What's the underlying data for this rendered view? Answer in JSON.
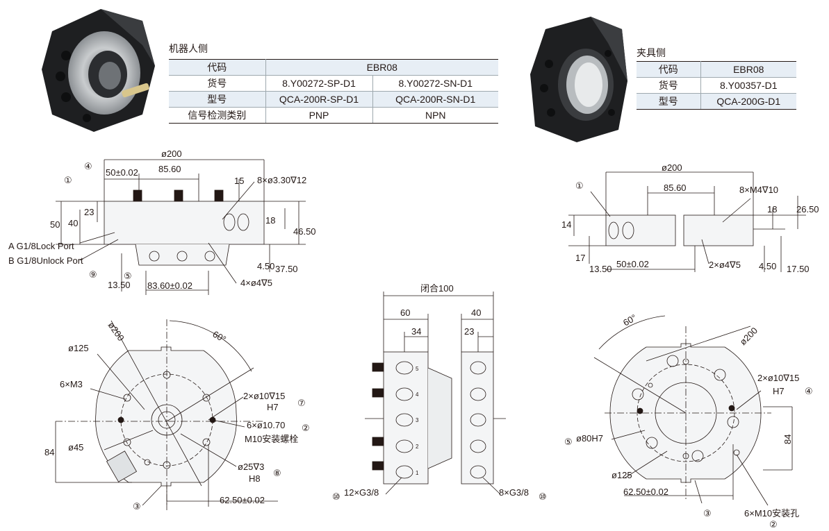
{
  "robot_table": {
    "title": "机器人侧",
    "rows": {
      "code": {
        "label": "代码",
        "value": "EBR08"
      },
      "part": {
        "label": "货号",
        "pnp": "8.Y00272-SP-D1",
        "npn": "8.Y00272-SN-D1"
      },
      "model": {
        "label": "型号",
        "pnp": "QCA-200R-SP-D1",
        "npn": "QCA-200R-SN-D1"
      },
      "signal": {
        "label": "信号检测类别",
        "pnp": "PNP",
        "npn": "NPN"
      }
    }
  },
  "tool_table": {
    "title": "夹具侧",
    "rows": {
      "code": {
        "label": "代码",
        "value": "EBR08"
      },
      "part": {
        "label": "货号",
        "value": "8.Y00357-D1"
      },
      "model": {
        "label": "型号",
        "value": "QCA-200G-D1"
      }
    }
  },
  "robot_side_view": {
    "dia": "ø200",
    "d1": "50±0.02",
    "d2": "85.60",
    "d3": "15",
    "holes": "8×ø3.30∇12",
    "h50": "50",
    "h40": "40",
    "h23": "23",
    "h18": "18",
    "h4650": "46.50",
    "h450": "4.50",
    "h3750": "37.50",
    "h1350": "13.50",
    "d8360": "83.60±0.02",
    "holes2": "4×ø4∇5",
    "port_a": "A G1/8Lock Port",
    "port_b": "B G1/8Unlock Port",
    "c1": "①",
    "c4": "④",
    "c9": "⑨",
    "c5": "⑤"
  },
  "tool_side_view": {
    "dia": "ø200",
    "d2": "85.60",
    "holes": "8×M4∇10",
    "h18": "18",
    "h2650": "26.50",
    "h14": "14",
    "h17": "17",
    "h1350": "13.50",
    "d1": "50±0.02",
    "holes2": "2×ø4∇5",
    "h450": "4.50",
    "h1750": "17.50",
    "c1": "①"
  },
  "combined_view": {
    "closed": "闭合100",
    "w60": "60",
    "w40": "40",
    "w34": "34",
    "w23": "23",
    "ports_left": "12×G3/8",
    "ports_right": "8×G3/8",
    "c10a": "⑩",
    "c10b": "⑩",
    "nums": [
      "1",
      "2",
      "3",
      "4",
      "5"
    ]
  },
  "robot_front_view": {
    "dia": "ø200",
    "angle": "60°",
    "d125": "ø125",
    "m3": "6×M3",
    "d45": "ø45",
    "h84": "84",
    "pin": "2×ø10∇15",
    "pin_fit": "H7",
    "bolt": "6×ø10.70",
    "bolt_note": "M10安装螺栓",
    "bore": "ø25∇3",
    "bore_fit": "H8",
    "d6250": "62.50±0.02",
    "c7": "⑦",
    "c2": "②",
    "c8": "⑧",
    "c3": "③"
  },
  "tool_front_view": {
    "angle": "60°",
    "dia": "ø200",
    "pin": "2×ø10∇15",
    "pin_fit": "H7",
    "bore": "ø80H7",
    "h84": "84",
    "d125": "ø125",
    "d6250": "62.50±0.02",
    "mount": "6×M10安装孔",
    "c4": "④",
    "c5": "⑤",
    "c3": "③",
    "c2": "②"
  }
}
